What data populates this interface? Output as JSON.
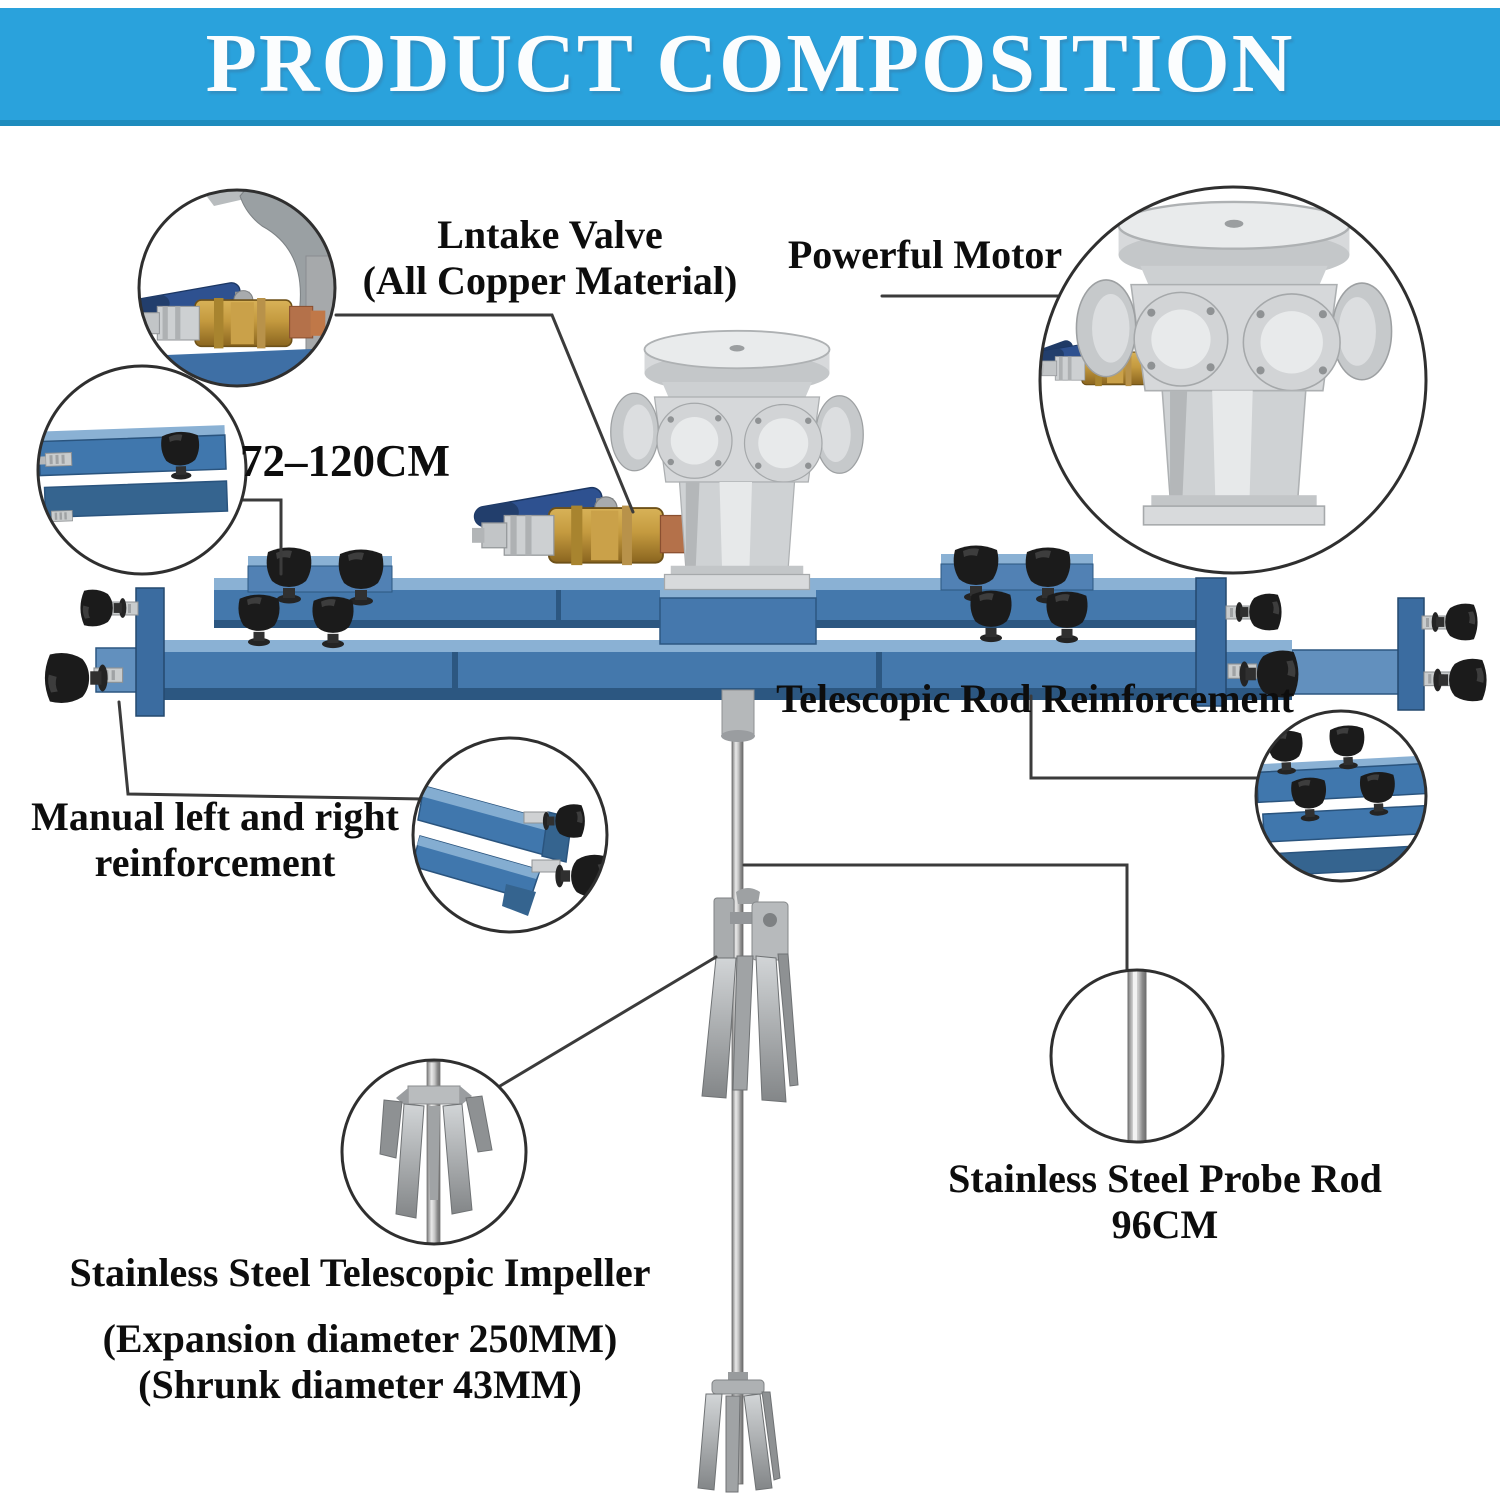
{
  "header": {
    "title": "PRODUCT COMPOSITION"
  },
  "labels": {
    "intake_valve_line1": "Lntake Valve",
    "intake_valve_line2": "(All Copper Material)",
    "powerful_motor": "Powerful Motor",
    "telescopic_range": "72–120CM",
    "telescopic_rod": "Telescopic Rod Reinforcement",
    "manual_line1": "Manual left and right",
    "manual_line2": "reinforcement",
    "probe_rod_line1": "Stainless Steel Probe Rod",
    "probe_rod_line2": "96CM",
    "impeller_title": "Stainless Steel Telescopic Impeller",
    "impeller_dim1": "(Expansion diameter 250MM)",
    "impeller_dim2": "(Shrunk diameter 43MM)"
  },
  "colors": {
    "banner_bg": "#2AA2DC",
    "banner_text": "#FBFDFE",
    "frame_blue": "#4478AC",
    "brass": "#C49A3F",
    "label_text": "#0D0D0D"
  }
}
